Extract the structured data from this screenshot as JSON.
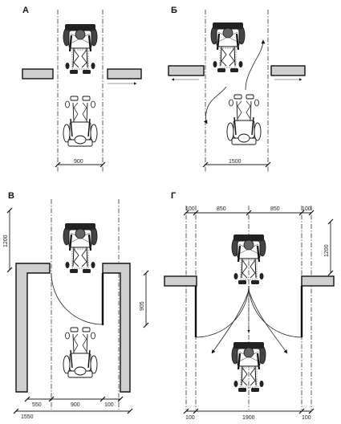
{
  "panels": {
    "a": {
      "letter": "А",
      "dims": {
        "width": "900"
      }
    },
    "b": {
      "letter": "Б",
      "dims": {
        "width": "1500"
      }
    },
    "c": {
      "letter": "В",
      "dims": {
        "clearance": "1200",
        "door": "905",
        "left": "550",
        "opening": "900",
        "right": "100",
        "total": "1550"
      }
    },
    "d": {
      "letter": "Г",
      "dims": {
        "top_left": "100",
        "top_mid_left": "850",
        "top_mid_right": "850",
        "top_right": "100",
        "clearance": "1200",
        "bottom_left": "100",
        "bottom_mid": "1900",
        "bottom_right": "100"
      }
    }
  },
  "colors": {
    "ink": "#111111",
    "wall_fill": "#cfcfcf",
    "paper": "#ffffff"
  }
}
